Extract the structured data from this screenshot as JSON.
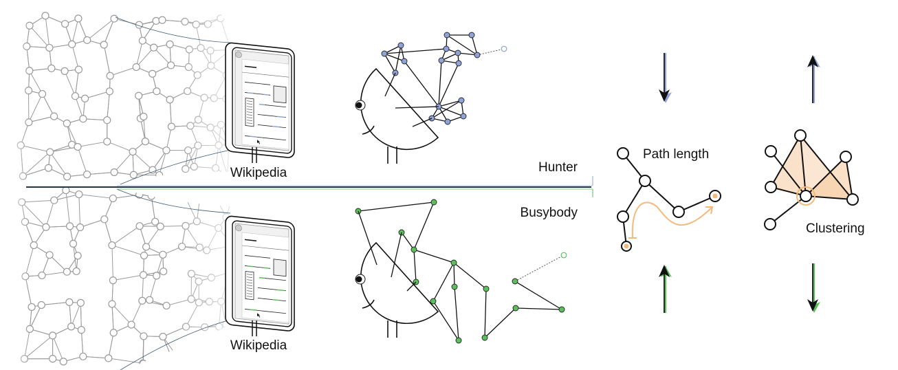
{
  "labels": {
    "wikipedia_top": "Wikipedia",
    "wikipedia_bottom": "Wikipedia",
    "hunter": "Hunter",
    "busybody": "Busybody",
    "path_length": "Path length",
    "clustering": "Clustering"
  },
  "colors": {
    "hunter": "#8fa3d8",
    "busybody": "#5cbf5c",
    "network_gray": "#b0b0b0",
    "timeline": "#1f3447",
    "highlight": "#f5b97a",
    "cluster_fill": "#f9dcc0"
  },
  "arrows": {
    "hunter_path_length": "down",
    "hunter_clustering": "up",
    "busybody_path_length": "up",
    "busybody_clustering": "down"
  }
}
